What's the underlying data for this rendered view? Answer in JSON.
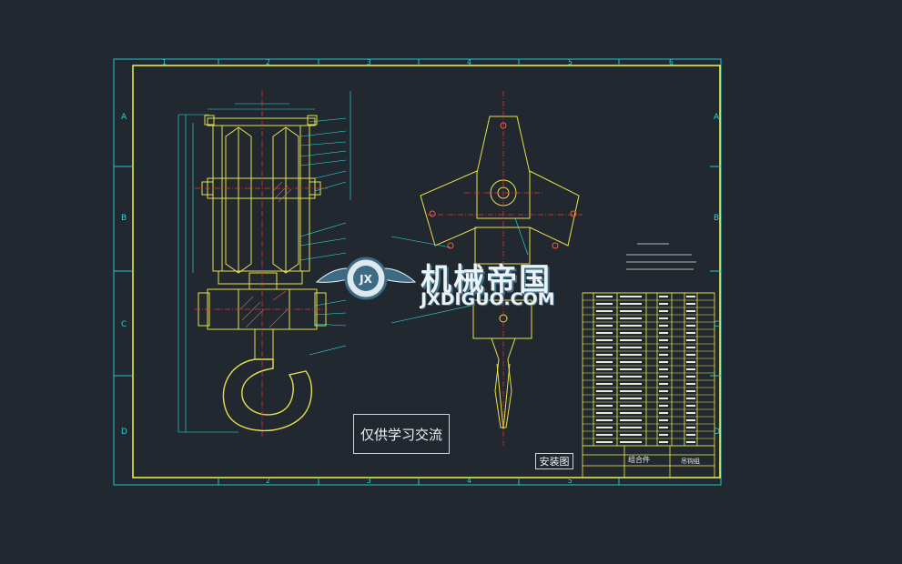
{
  "colors": {
    "background": "#212830",
    "outer_border": "#1ec8d0",
    "inner_border": "#f4f24a",
    "drawing_lines": "#e8e04a",
    "center_lines": "#ff3030",
    "dimension_lines": "#30e8e8",
    "table_lines": "#f4f24a",
    "logo_blue": "#3d6b84"
  },
  "watermark": {
    "logo_cn": "机械帝国",
    "logo_en": "JXDIGUO.COM",
    "logo_emblem": "JX",
    "study_note": "仅供学习交流"
  },
  "drawing": {
    "view_label": "安装图",
    "title_block_name": "组合件",
    "title_block_code": "吊钩组",
    "column_markers": [
      "1",
      "2",
      "3",
      "4",
      "5",
      "6"
    ],
    "row_markers": [
      "A",
      "B",
      "C",
      "D"
    ]
  }
}
